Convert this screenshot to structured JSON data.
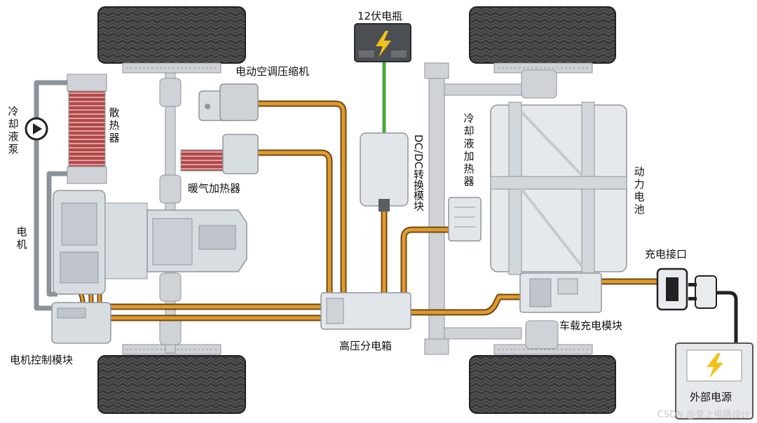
{
  "labels": {
    "battery_12v": "12伏电瓶",
    "ac_compressor": "电动空调压缩机",
    "coolant_pump": "冷却液泵",
    "radiator": "散热器",
    "ptc_heater": "暖气加热器",
    "dcdc": "DC/DC转换模块",
    "coolant_heater": "冷却液加热器",
    "power_battery": "动力电池",
    "motor": "电机",
    "charge_port": "充电接口",
    "motor_controller": "电机控制模块",
    "hv_box": "高压分电箱",
    "onboard_charger": "车载充电模块",
    "external_power": "外部电源"
  },
  "watermark": "CSDN @爱上电路设计",
  "colors": {
    "hv_cable": "#e39a2a",
    "hv_cable_dark": "#6b4a1a",
    "lv_cable": "#4ea83a",
    "coolant_pipe": "#8c939a",
    "tire": "#3a3a3a",
    "component": "#d8dde2",
    "component_stroke": "#8f969c",
    "lightning": "#f2c21a"
  }
}
